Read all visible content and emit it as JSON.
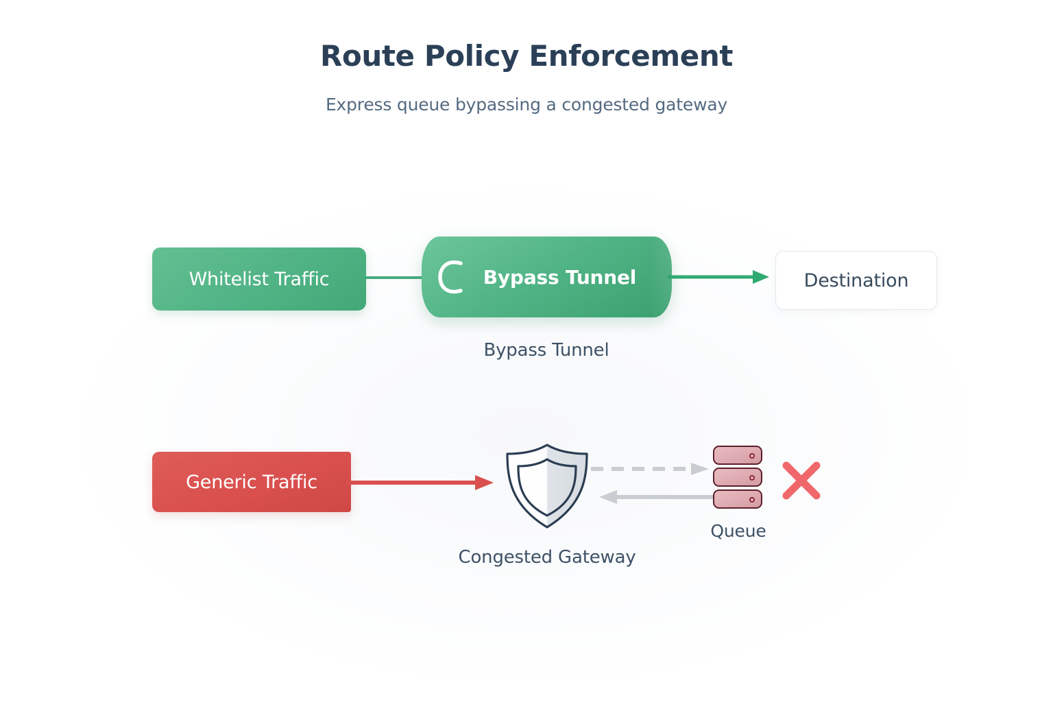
{
  "header": {
    "title": "Route Policy Enforcement",
    "subtitle": "Express queue bypassing a congested gateway"
  },
  "colors": {
    "title": "#2b4057",
    "subtitle": "#546a80",
    "green": "#51b486",
    "green_dark": "#3aa06f",
    "red": "#d9504e",
    "x_red": "#f0686b",
    "queue_fill": "#dda9b0",
    "queue_stroke": "#5c1f2d",
    "shield_stroke": "#2b3d52",
    "neutral_arrow": "#c9ccd1",
    "border": "#e3e7ec",
    "background": "#ffffff"
  },
  "diagram": {
    "bypass_row": {
      "source": {
        "label": "Whitelist Traffic",
        "kind": "allowed-traffic-node"
      },
      "tunnel": {
        "label": "Bypass Tunnel",
        "icon": "tunnel-icon",
        "kind": "tunnel-node"
      },
      "destination": {
        "label": "Destination",
        "kind": "destination-node"
      },
      "caption": "Bypass Tunnel",
      "link_style": "solid",
      "arrow_direction": "right"
    },
    "congested_row": {
      "source": {
        "label": "Generic Traffic",
        "kind": "blocked-traffic-node"
      },
      "gateway": {
        "caption": "Congested Gateway",
        "icon": "shield-icon"
      },
      "queue": {
        "caption": "Queue",
        "icon": "database-stack-icon",
        "units": 3
      },
      "status": {
        "icon": "x-mark-icon",
        "meaning": "blocked"
      },
      "arrows": [
        {
          "name": "gateway-to-queue",
          "style": "dashed",
          "direction": "right"
        },
        {
          "name": "queue-to-gateway",
          "style": "solid",
          "direction": "left"
        }
      ]
    }
  }
}
